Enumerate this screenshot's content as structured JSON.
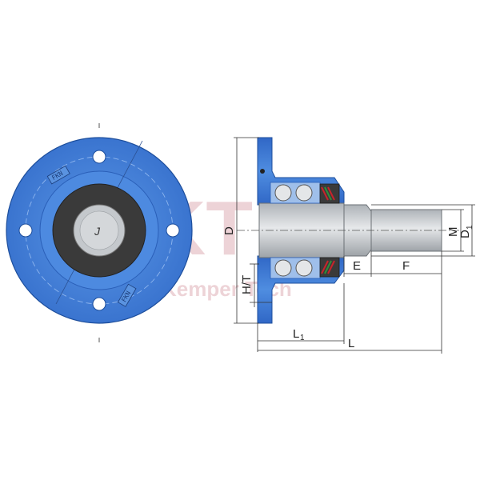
{
  "watermark": {
    "logo": "KT",
    "text": "Kemper Tech"
  },
  "front_view": {
    "shaft_marking": "J",
    "hub_stamp_top": "FKN",
    "hub_stamp_bottom": "FKN"
  },
  "dimensions": {
    "D": "D",
    "M": "M",
    "D1": {
      "main": "D",
      "sub": "1"
    },
    "E": "E",
    "F": "F",
    "HT": "H/T",
    "L1": {
      "main": "L",
      "sub": "1"
    },
    "L": "L"
  },
  "colors": {
    "flange_blue": "#3b7fd6",
    "flange_dark": "#1d4e9c",
    "seal_dark": "#3a3a3a",
    "shaft_gray": "#c4c8cc",
    "seal_red": "#c8242b",
    "seal_green": "#2f8f3a",
    "watermark_red": "#e8a0aa"
  }
}
